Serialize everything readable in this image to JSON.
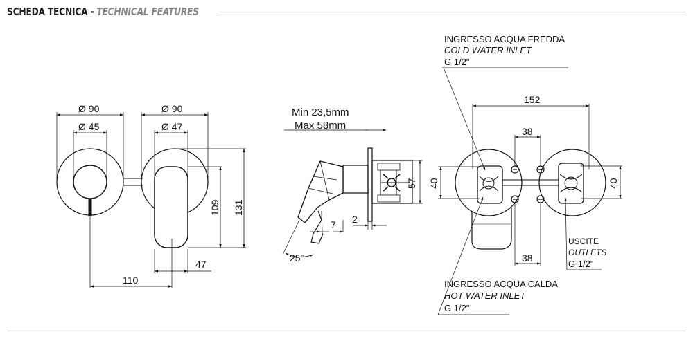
{
  "header": {
    "title": "SCHEDA TECNICA",
    "separator": " - ",
    "subtitle": "TECHNICAL FEATURES",
    "title_color": "#222222",
    "subtitle_color": "#888888"
  },
  "front_view": {
    "dim_diameter_left_outer": "Ø 90",
    "dim_diameter_left_inner": "Ø 45",
    "dim_diameter_right_outer": "Ø 90",
    "dim_diameter_right_inner": "Ø 47",
    "dim_height_109": "109",
    "dim_height_131": "131",
    "dim_47": "47",
    "dim_110": "110"
  },
  "side_view": {
    "min_label": "Min 23,5mm",
    "max_label": "Max 58mm",
    "dim_57": "57",
    "dim_7": "7",
    "dim_2": "2",
    "angle_25": "25°"
  },
  "top_view": {
    "dim_152": "152",
    "dim_38_top": "38",
    "dim_38_bottom": "38",
    "dim_40_left": "40",
    "dim_40_right": "40",
    "cold_inlet_it": "INGRESSO ACQUA FREDDA",
    "cold_inlet_en": "COLD WATER INLET",
    "cold_inlet_thread": "G 1/2\"",
    "outlets_it": "USCITE",
    "outlets_en": "OUTLETS",
    "outlets_thread": "G 1/2\"",
    "hot_inlet_it": "INGRESSO ACQUA CALDA",
    "hot_inlet_en": "HOT WATER INLET",
    "hot_inlet_thread": "G 1/2\""
  }
}
